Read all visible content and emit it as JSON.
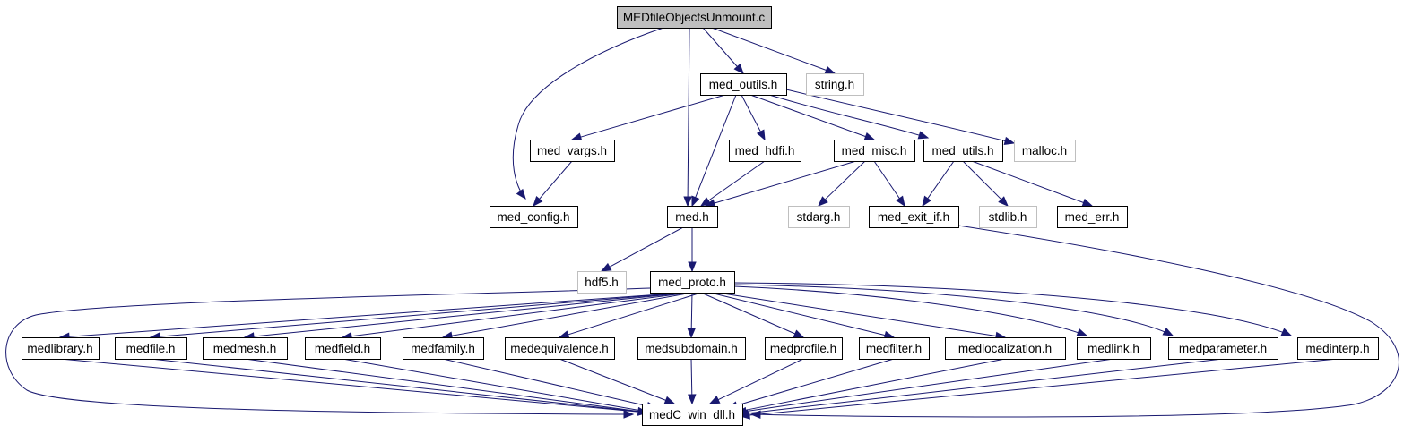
{
  "diagram": {
    "type": "include-dependency-graph",
    "colors": {
      "edge": "#191970",
      "main_fill": "#bfbfbf",
      "node_border": "#000000",
      "external_border": "#bfbfbf"
    },
    "nodes": [
      {
        "id": "MEDfileObjectsUnmount",
        "label": "MEDfileObjectsUnmount.c",
        "kind": "main"
      },
      {
        "id": "med_outils",
        "label": "med_outils.h",
        "kind": "local"
      },
      {
        "id": "string",
        "label": "string.h",
        "kind": "external"
      },
      {
        "id": "med_config",
        "label": "med_config.h",
        "kind": "local"
      },
      {
        "id": "med",
        "label": "med.h",
        "kind": "local"
      },
      {
        "id": "med_vargs",
        "label": "med_vargs.h",
        "kind": "local"
      },
      {
        "id": "med_hdfi",
        "label": "med_hdfi.h",
        "kind": "local"
      },
      {
        "id": "med_misc",
        "label": "med_misc.h",
        "kind": "local"
      },
      {
        "id": "med_utils",
        "label": "med_utils.h",
        "kind": "local"
      },
      {
        "id": "malloc",
        "label": "malloc.h",
        "kind": "external"
      },
      {
        "id": "stdarg",
        "label": "stdarg.h",
        "kind": "external"
      },
      {
        "id": "med_exit_if",
        "label": "med_exit_if.h",
        "kind": "local"
      },
      {
        "id": "stdlib",
        "label": "stdlib.h",
        "kind": "external"
      },
      {
        "id": "med_err",
        "label": "med_err.h",
        "kind": "local"
      },
      {
        "id": "hdf5",
        "label": "hdf5.h",
        "kind": "external"
      },
      {
        "id": "med_proto",
        "label": "med_proto.h",
        "kind": "local"
      },
      {
        "id": "medlibrary",
        "label": "medlibrary.h",
        "kind": "local"
      },
      {
        "id": "medfile",
        "label": "medfile.h",
        "kind": "local"
      },
      {
        "id": "medmesh",
        "label": "medmesh.h",
        "kind": "local"
      },
      {
        "id": "medfield",
        "label": "medfield.h",
        "kind": "local"
      },
      {
        "id": "medfamily",
        "label": "medfamily.h",
        "kind": "local"
      },
      {
        "id": "medequivalence",
        "label": "medequivalence.h",
        "kind": "local"
      },
      {
        "id": "medsubdomain",
        "label": "medsubdomain.h",
        "kind": "local"
      },
      {
        "id": "medprofile",
        "label": "medprofile.h",
        "kind": "local"
      },
      {
        "id": "medfilter",
        "label": "medfilter.h",
        "kind": "local"
      },
      {
        "id": "medlocalization",
        "label": "medlocalization.h",
        "kind": "local"
      },
      {
        "id": "medlink",
        "label": "medlink.h",
        "kind": "local"
      },
      {
        "id": "medparameter",
        "label": "medparameter.h",
        "kind": "local"
      },
      {
        "id": "medinterp",
        "label": "medinterp.h",
        "kind": "local"
      },
      {
        "id": "medC_win_dll",
        "label": "medC_win_dll.h",
        "kind": "local"
      }
    ],
    "edges": [
      [
        "MEDfileObjectsUnmount",
        "med_config"
      ],
      [
        "MEDfileObjectsUnmount",
        "med"
      ],
      [
        "MEDfileObjectsUnmount",
        "med_outils"
      ],
      [
        "MEDfileObjectsUnmount",
        "string"
      ],
      [
        "med_outils",
        "med_vargs"
      ],
      [
        "med_outils",
        "med"
      ],
      [
        "med_outils",
        "med_hdfi"
      ],
      [
        "med_outils",
        "med_misc"
      ],
      [
        "med_outils",
        "med_utils"
      ],
      [
        "med_outils",
        "malloc"
      ],
      [
        "med_vargs",
        "med_config"
      ],
      [
        "med_hdfi",
        "med"
      ],
      [
        "med_misc",
        "med"
      ],
      [
        "med_misc",
        "stdarg"
      ],
      [
        "med_misc",
        "med_exit_if"
      ],
      [
        "med_utils",
        "med_exit_if"
      ],
      [
        "med_utils",
        "stdlib"
      ],
      [
        "med_utils",
        "med_err"
      ],
      [
        "med",
        "hdf5"
      ],
      [
        "med",
        "med_proto"
      ],
      [
        "med_exit_if",
        "medC_win_dll"
      ],
      [
        "med_proto",
        "medC_win_dll"
      ],
      [
        "med_proto",
        "medlibrary"
      ],
      [
        "med_proto",
        "medfile"
      ],
      [
        "med_proto",
        "medmesh"
      ],
      [
        "med_proto",
        "medfield"
      ],
      [
        "med_proto",
        "medfamily"
      ],
      [
        "med_proto",
        "medequivalence"
      ],
      [
        "med_proto",
        "medsubdomain"
      ],
      [
        "med_proto",
        "medprofile"
      ],
      [
        "med_proto",
        "medfilter"
      ],
      [
        "med_proto",
        "medlocalization"
      ],
      [
        "med_proto",
        "medlink"
      ],
      [
        "med_proto",
        "medparameter"
      ],
      [
        "med_proto",
        "medinterp"
      ],
      [
        "medlibrary",
        "medC_win_dll"
      ],
      [
        "medfile",
        "medC_win_dll"
      ],
      [
        "medmesh",
        "medC_win_dll"
      ],
      [
        "medfield",
        "medC_win_dll"
      ],
      [
        "medfamily",
        "medC_win_dll"
      ],
      [
        "medequivalence",
        "medC_win_dll"
      ],
      [
        "medsubdomain",
        "medC_win_dll"
      ],
      [
        "medprofile",
        "medC_win_dll"
      ],
      [
        "medfilter",
        "medC_win_dll"
      ],
      [
        "medlocalization",
        "medC_win_dll"
      ],
      [
        "medlink",
        "medC_win_dll"
      ],
      [
        "medparameter",
        "medC_win_dll"
      ],
      [
        "medinterp",
        "medC_win_dll"
      ]
    ]
  }
}
